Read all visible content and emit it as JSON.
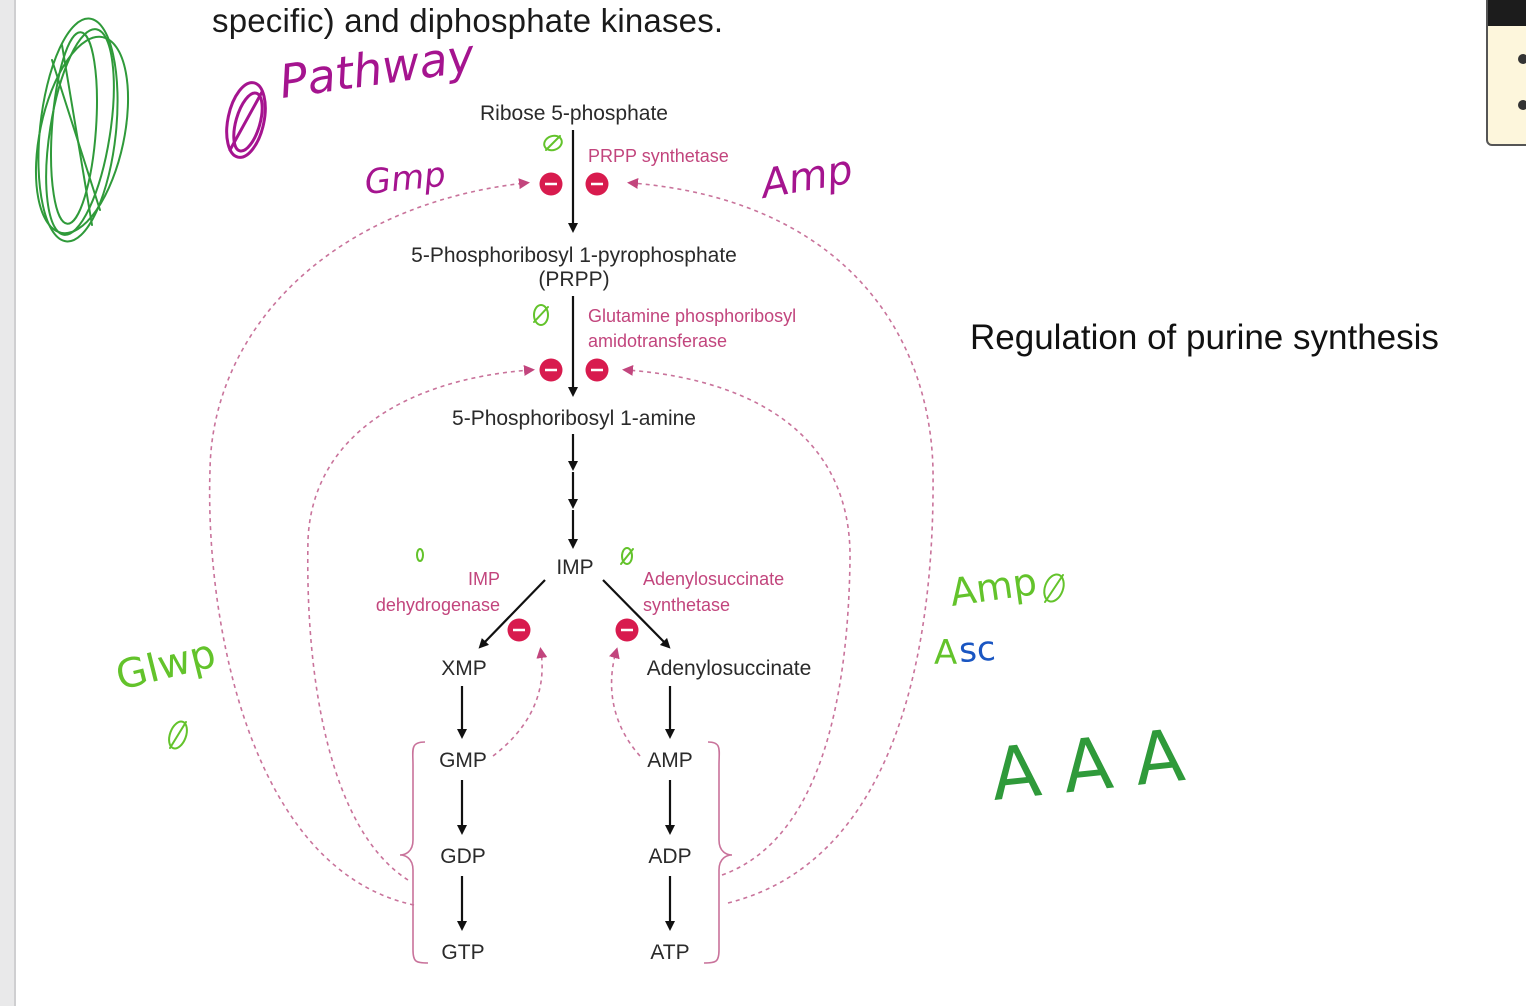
{
  "slide": {
    "top_text": "specific) and diphosphate kinases.",
    "side_title": "Regulation of purine synthesis"
  },
  "pathway": {
    "nodes": {
      "ribose": "Ribose 5-phosphate",
      "prpp_line1": "5-Phosphoribosyl 1-pyrophosphate",
      "prpp_line2": "(PRPP)",
      "amine": "5-Phosphoribosyl 1-amine",
      "imp": "IMP",
      "xmp": "XMP",
      "adenylosuccinate": "Adenylosuccinate",
      "gmp": "GMP",
      "gdp": "GDP",
      "gtp": "GTP",
      "amp": "AMP",
      "adp": "ADP",
      "atp": "ATP"
    },
    "enzymes": {
      "prpp_synthetase": "PRPP synthetase",
      "glutamine_line1": "Glutamine phosphoribosyl",
      "glutamine_line2": "amidotransferase",
      "imp_dh_line1": "IMP",
      "imp_dh_line2": "dehydrogenase",
      "adenylo_line1": "Adenylosuccinate",
      "adenylo_line2": "synthetase"
    },
    "inhibitor_symbol": "–",
    "colors": {
      "inhibitor": "#d81b4e",
      "enzyme_text": "#c2457d",
      "feedback_line": "#c9739b"
    }
  },
  "annotations": {
    "pathway": "Pathway",
    "gmp": "Gmp",
    "amp_top": "Amp",
    "gimp": "GIwp",
    "amp_right": "Amp",
    "asc": "Asc",
    "aaa": "A A A",
    "zero": "0"
  }
}
